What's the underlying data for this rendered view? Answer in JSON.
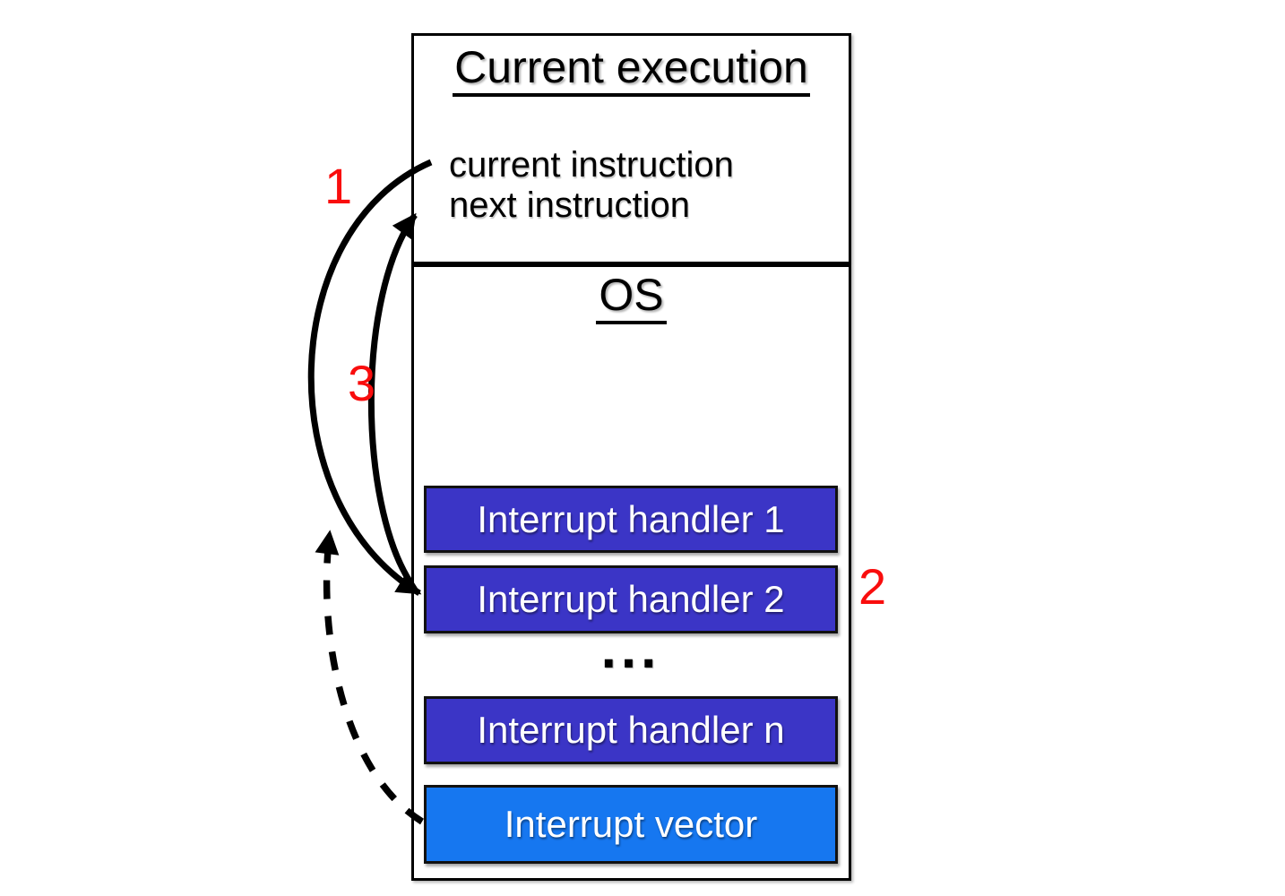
{
  "diagram": {
    "execution_box": {
      "title": "Current execution",
      "instruction_lines": [
        "current instruction",
        "next instruction"
      ]
    },
    "os_box": {
      "title": "OS",
      "handler_labels": [
        "Interrupt handler 1",
        "Interrupt handler 2",
        "Interrupt handler n"
      ],
      "ellipsis": "...",
      "vector_label": "Interrupt vector"
    },
    "step_labels": {
      "interrupt": "1",
      "vector_lookup": "2",
      "return": "3"
    },
    "colors": {
      "handler": "#3b35c6",
      "vector": "#1677f0",
      "step": "#f90d0d",
      "stroke": "#000000"
    }
  }
}
